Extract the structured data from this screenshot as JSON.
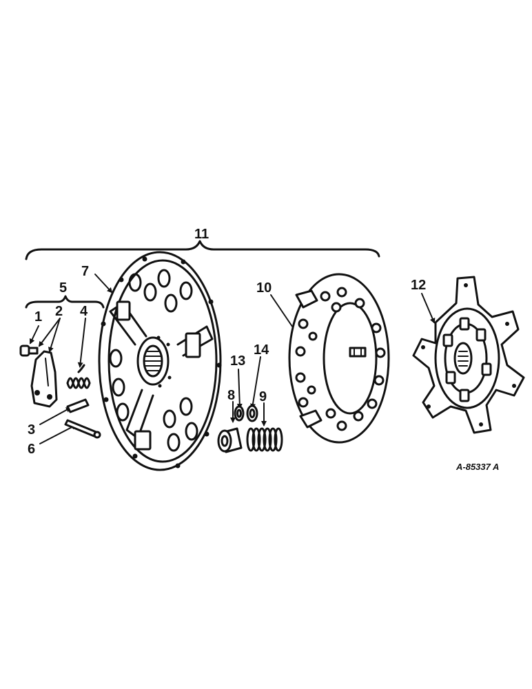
{
  "callouts": {
    "c1": "1",
    "c2": "2",
    "c3": "3",
    "c4": "4",
    "c5": "5",
    "c6": "6",
    "c7": "7",
    "c8": "8",
    "c9": "9",
    "c10": "10",
    "c11": "11",
    "c12": "12",
    "c13": "13",
    "c14": "14"
  },
  "drawing_number": "A-85337 A"
}
